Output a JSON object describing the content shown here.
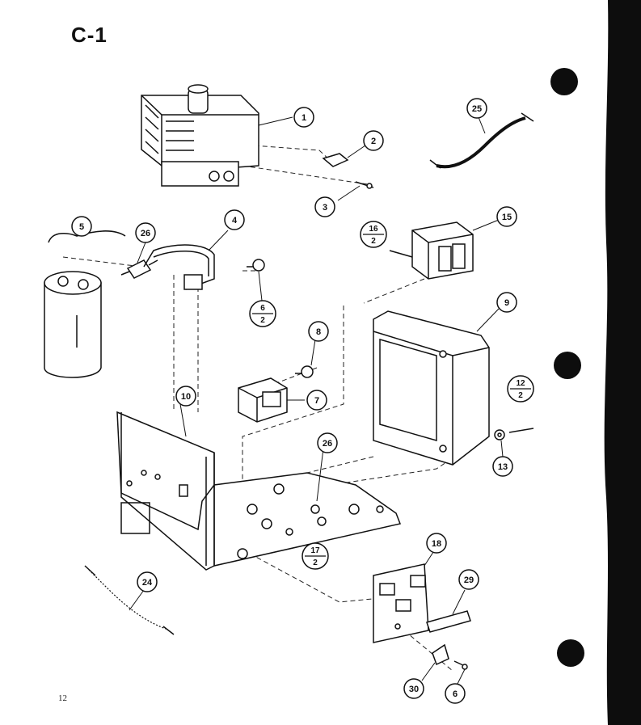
{
  "header": {
    "title": "C-1"
  },
  "footer": {
    "page_number": "12"
  },
  "callouts": [
    {
      "id": "c1",
      "label": "1"
    },
    {
      "id": "c2",
      "label": "2"
    },
    {
      "id": "c3",
      "label": "3"
    },
    {
      "id": "c4",
      "label": "4"
    },
    {
      "id": "c5",
      "label": "5"
    },
    {
      "id": "c7",
      "label": "7"
    },
    {
      "id": "c8",
      "label": "8"
    },
    {
      "id": "c9",
      "label": "9"
    },
    {
      "id": "c10",
      "label": "10"
    },
    {
      "id": "c13",
      "label": "13"
    },
    {
      "id": "c15",
      "label": "15"
    },
    {
      "id": "c18",
      "label": "18"
    },
    {
      "id": "c24",
      "label": "24"
    },
    {
      "id": "c25",
      "label": "25"
    },
    {
      "id": "c26a",
      "label": "26"
    },
    {
      "id": "c26b",
      "label": "26"
    },
    {
      "id": "c29",
      "label": "29"
    },
    {
      "id": "c30",
      "label": "30"
    },
    {
      "id": "c6b",
      "label": "6"
    }
  ],
  "fraction_callouts": [
    {
      "id": "f16",
      "top": "16",
      "bottom": "2"
    },
    {
      "id": "f6",
      "top": "6",
      "bottom": "2"
    },
    {
      "id": "f12",
      "top": "12",
      "bottom": "2"
    },
    {
      "id": "f17",
      "top": "17",
      "bottom": "2"
    }
  ]
}
